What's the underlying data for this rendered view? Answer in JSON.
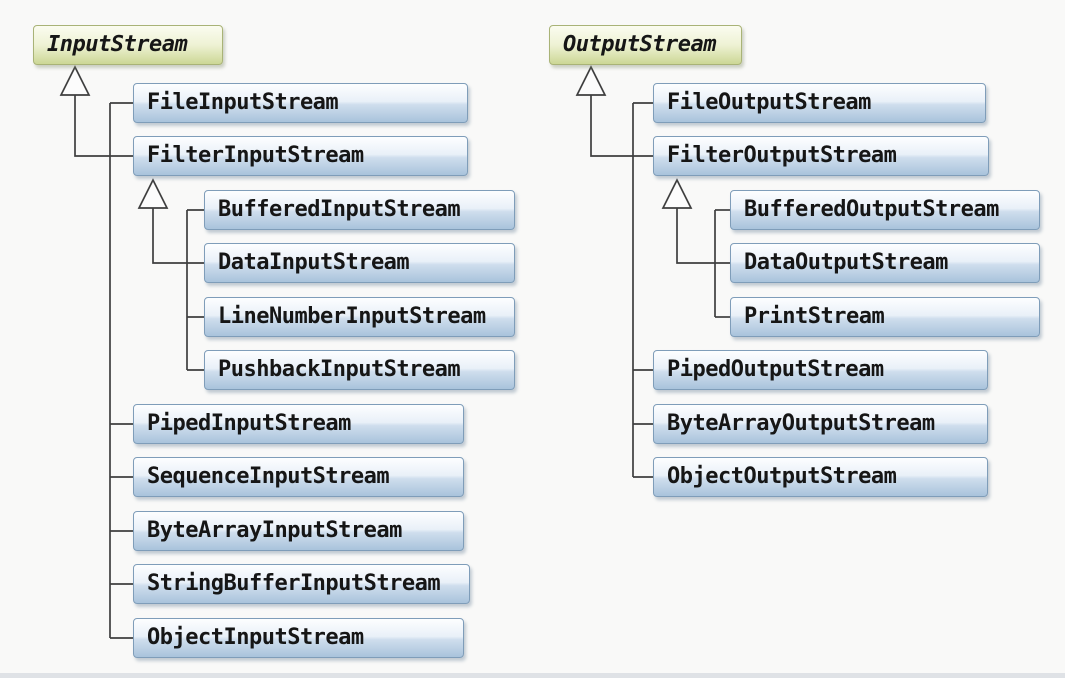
{
  "diagram": {
    "input_tree": {
      "root": {
        "label": "InputStream",
        "style": "abstract-green"
      },
      "children": [
        {
          "label": "FileInputStream"
        },
        {
          "label": "FilterInputStream",
          "children": [
            {
              "label": "BufferedInputStream"
            },
            {
              "label": "DataInputStream"
            },
            {
              "label": "LineNumberInputStream"
            },
            {
              "label": "PushbackInputStream"
            }
          ]
        },
        {
          "label": "PipedInputStream"
        },
        {
          "label": "SequenceInputStream"
        },
        {
          "label": "ByteArrayInputStream"
        },
        {
          "label": "StringBufferInputStream"
        },
        {
          "label": "ObjectInputStream"
        }
      ]
    },
    "output_tree": {
      "root": {
        "label": "OutputStream",
        "style": "abstract-green"
      },
      "children": [
        {
          "label": "FileOutputStream"
        },
        {
          "label": "FilterOutputStream",
          "children": [
            {
              "label": "BufferedOutputStream"
            },
            {
              "label": "DataOutputStream"
            },
            {
              "label": "PrintStream"
            }
          ]
        },
        {
          "label": "PipedOutputStream"
        },
        {
          "label": "ByteArrayOutputStream"
        },
        {
          "label": "ObjectOutputStream"
        }
      ]
    },
    "notation": "hollow-triangle-arrows-point-to-superclass"
  },
  "colors": {
    "box_blue_top": "#fdfeff",
    "box_blue_mid": "#e9f0f8",
    "box_blue_lower": "#cfdeed",
    "box_blue_bottom": "#a9c3dc",
    "box_blue_border": "#7f9db9",
    "box_green_top": "#fbfcf0",
    "box_green_mid": "#eef2d4",
    "box_green_bottom": "#ccd795",
    "box_green_border": "#a9b377",
    "connector": "#3f3f3f",
    "text": "#161616",
    "background": "#f9f9f8",
    "bottom_strip": "#dfe2e6"
  }
}
